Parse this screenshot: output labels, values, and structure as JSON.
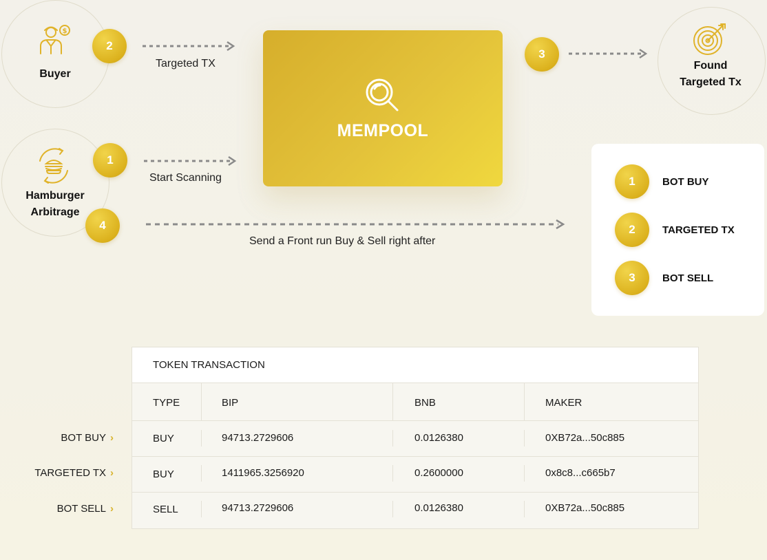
{
  "nodes": {
    "buyer": {
      "label": "Buyer"
    },
    "hamburger": {
      "label_line1": "Hamburger",
      "label_line2": "Arbitrage"
    },
    "found": {
      "label_line1": "Found",
      "label_line2": "Targeted Tx"
    }
  },
  "badges": {
    "b1": "1",
    "b2": "2",
    "b3": "3",
    "b4": "4"
  },
  "arrows": {
    "targeted_tx": "Targeted TX",
    "start_scanning": "Start Scanning",
    "front_run": "Send a Front run Buy & Sell right after"
  },
  "mempool": {
    "title": "MEMPOOL"
  },
  "steps": [
    {
      "num": "1",
      "label": "BOT BUY"
    },
    {
      "num": "2",
      "label": "TARGETED TX"
    },
    {
      "num": "3",
      "label": "BOT SELL"
    }
  ],
  "table": {
    "title": "TOKEN TRANSACTION",
    "headers": [
      "TYPE",
      "BIP",
      "BNB",
      "MAKER"
    ],
    "rows": [
      {
        "label": "BOT BUY",
        "cells": [
          "BUY",
          "94713.2729606",
          "0.0126380",
          "0XB72a...50c885"
        ]
      },
      {
        "label": "TARGETED TX",
        "cells": [
          "BUY",
          "1411965.3256920",
          "0.2600000",
          "0x8c8...c665b7"
        ]
      },
      {
        "label": "BOT SELL",
        "cells": [
          "SELL",
          "94713.2729606",
          "0.0126380",
          "0XB72a...50c885"
        ]
      }
    ]
  },
  "colors": {
    "gold": "#dcb21e",
    "gold_light": "#f0d83e",
    "icon_gold": "#e0b32a"
  },
  "icons": [
    "buyer-icon",
    "burger-icon",
    "target-icon",
    "magnifier-icon",
    "chevron-right-icon"
  ]
}
